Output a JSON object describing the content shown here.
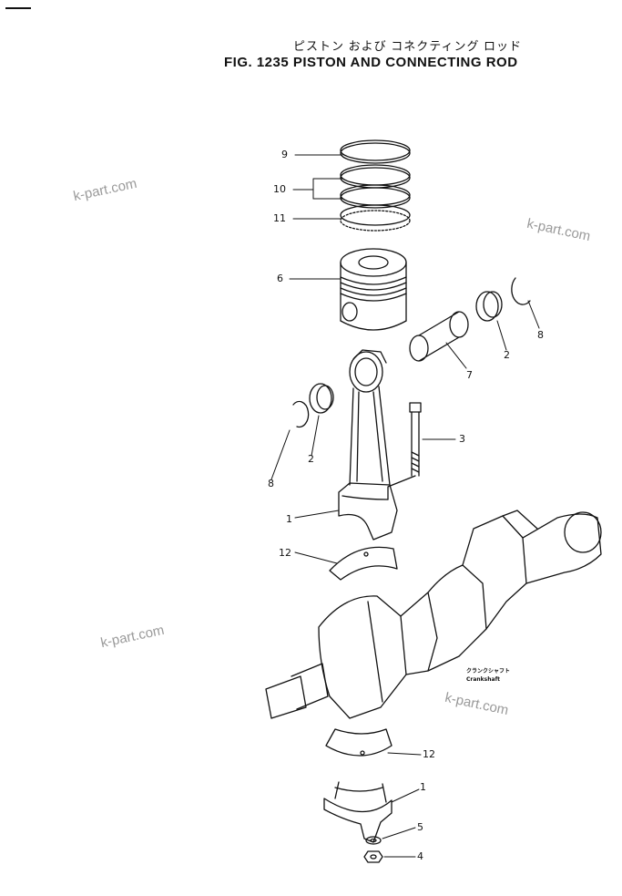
{
  "header": {
    "title_jp": "ピストン および コネクティング ロッド",
    "title_en": "FIG. 1235  PISTON AND CONNECTING ROD"
  },
  "watermarks": [
    "k-part.com",
    "k-part.com",
    "k-part.com",
    "k-part.com"
  ],
  "callouts": {
    "ring_top": "9",
    "ring_second": "10",
    "ring_oil": "11",
    "piston": "6",
    "bushing_right": "2",
    "snap_ring_right": "8",
    "piston_pin": "7",
    "bolt": "3",
    "bushing_left": "2",
    "snap_ring_left": "8",
    "rod_upper": "1",
    "bearing_upper": "12",
    "bearing_lower": "12",
    "rod_cap": "1",
    "washer": "5",
    "nut": "4"
  },
  "crankshaft_note": {
    "jp": "クランクシャフト",
    "en": "Crankshaft"
  }
}
